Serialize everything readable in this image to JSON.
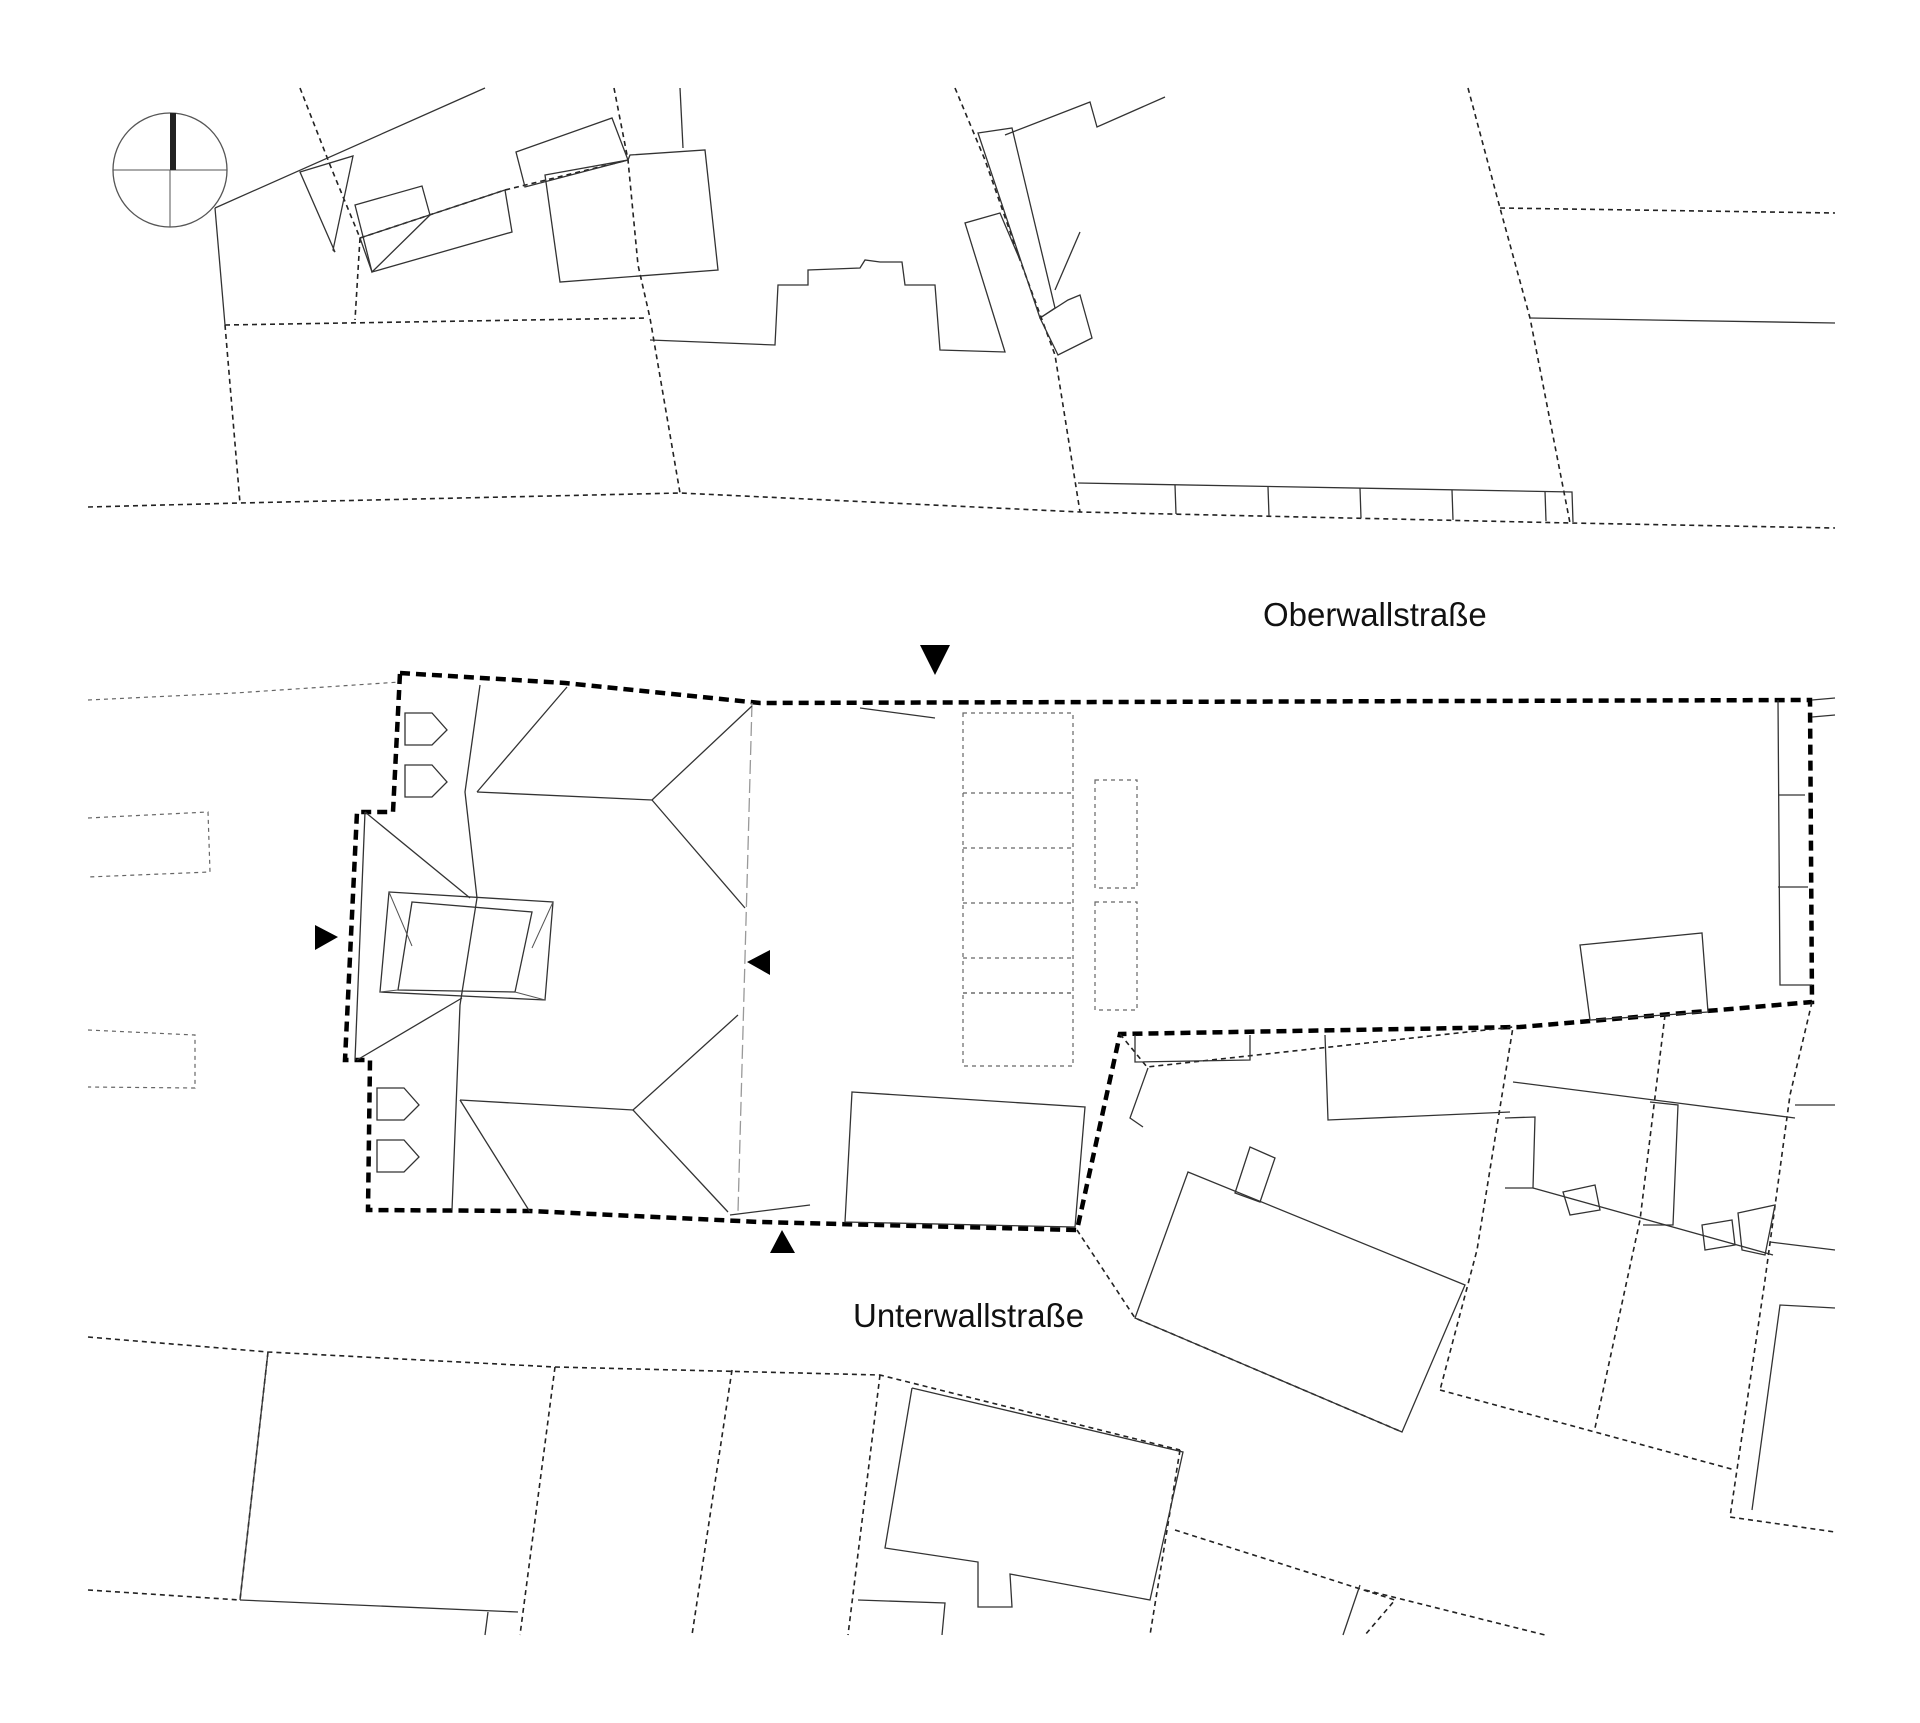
{
  "streets": {
    "upper": "Oberwallstraße",
    "lower": "Unterwallstraße"
  },
  "north_arrow": {
    "icon": "north-arrow-icon"
  },
  "entrance_markers": {
    "icon": "triangle-arrow-icon",
    "directions": [
      "down",
      "right",
      "left",
      "up"
    ]
  },
  "colors": {
    "line": "#333333",
    "boundary": "#000000",
    "background": "#ffffff"
  }
}
